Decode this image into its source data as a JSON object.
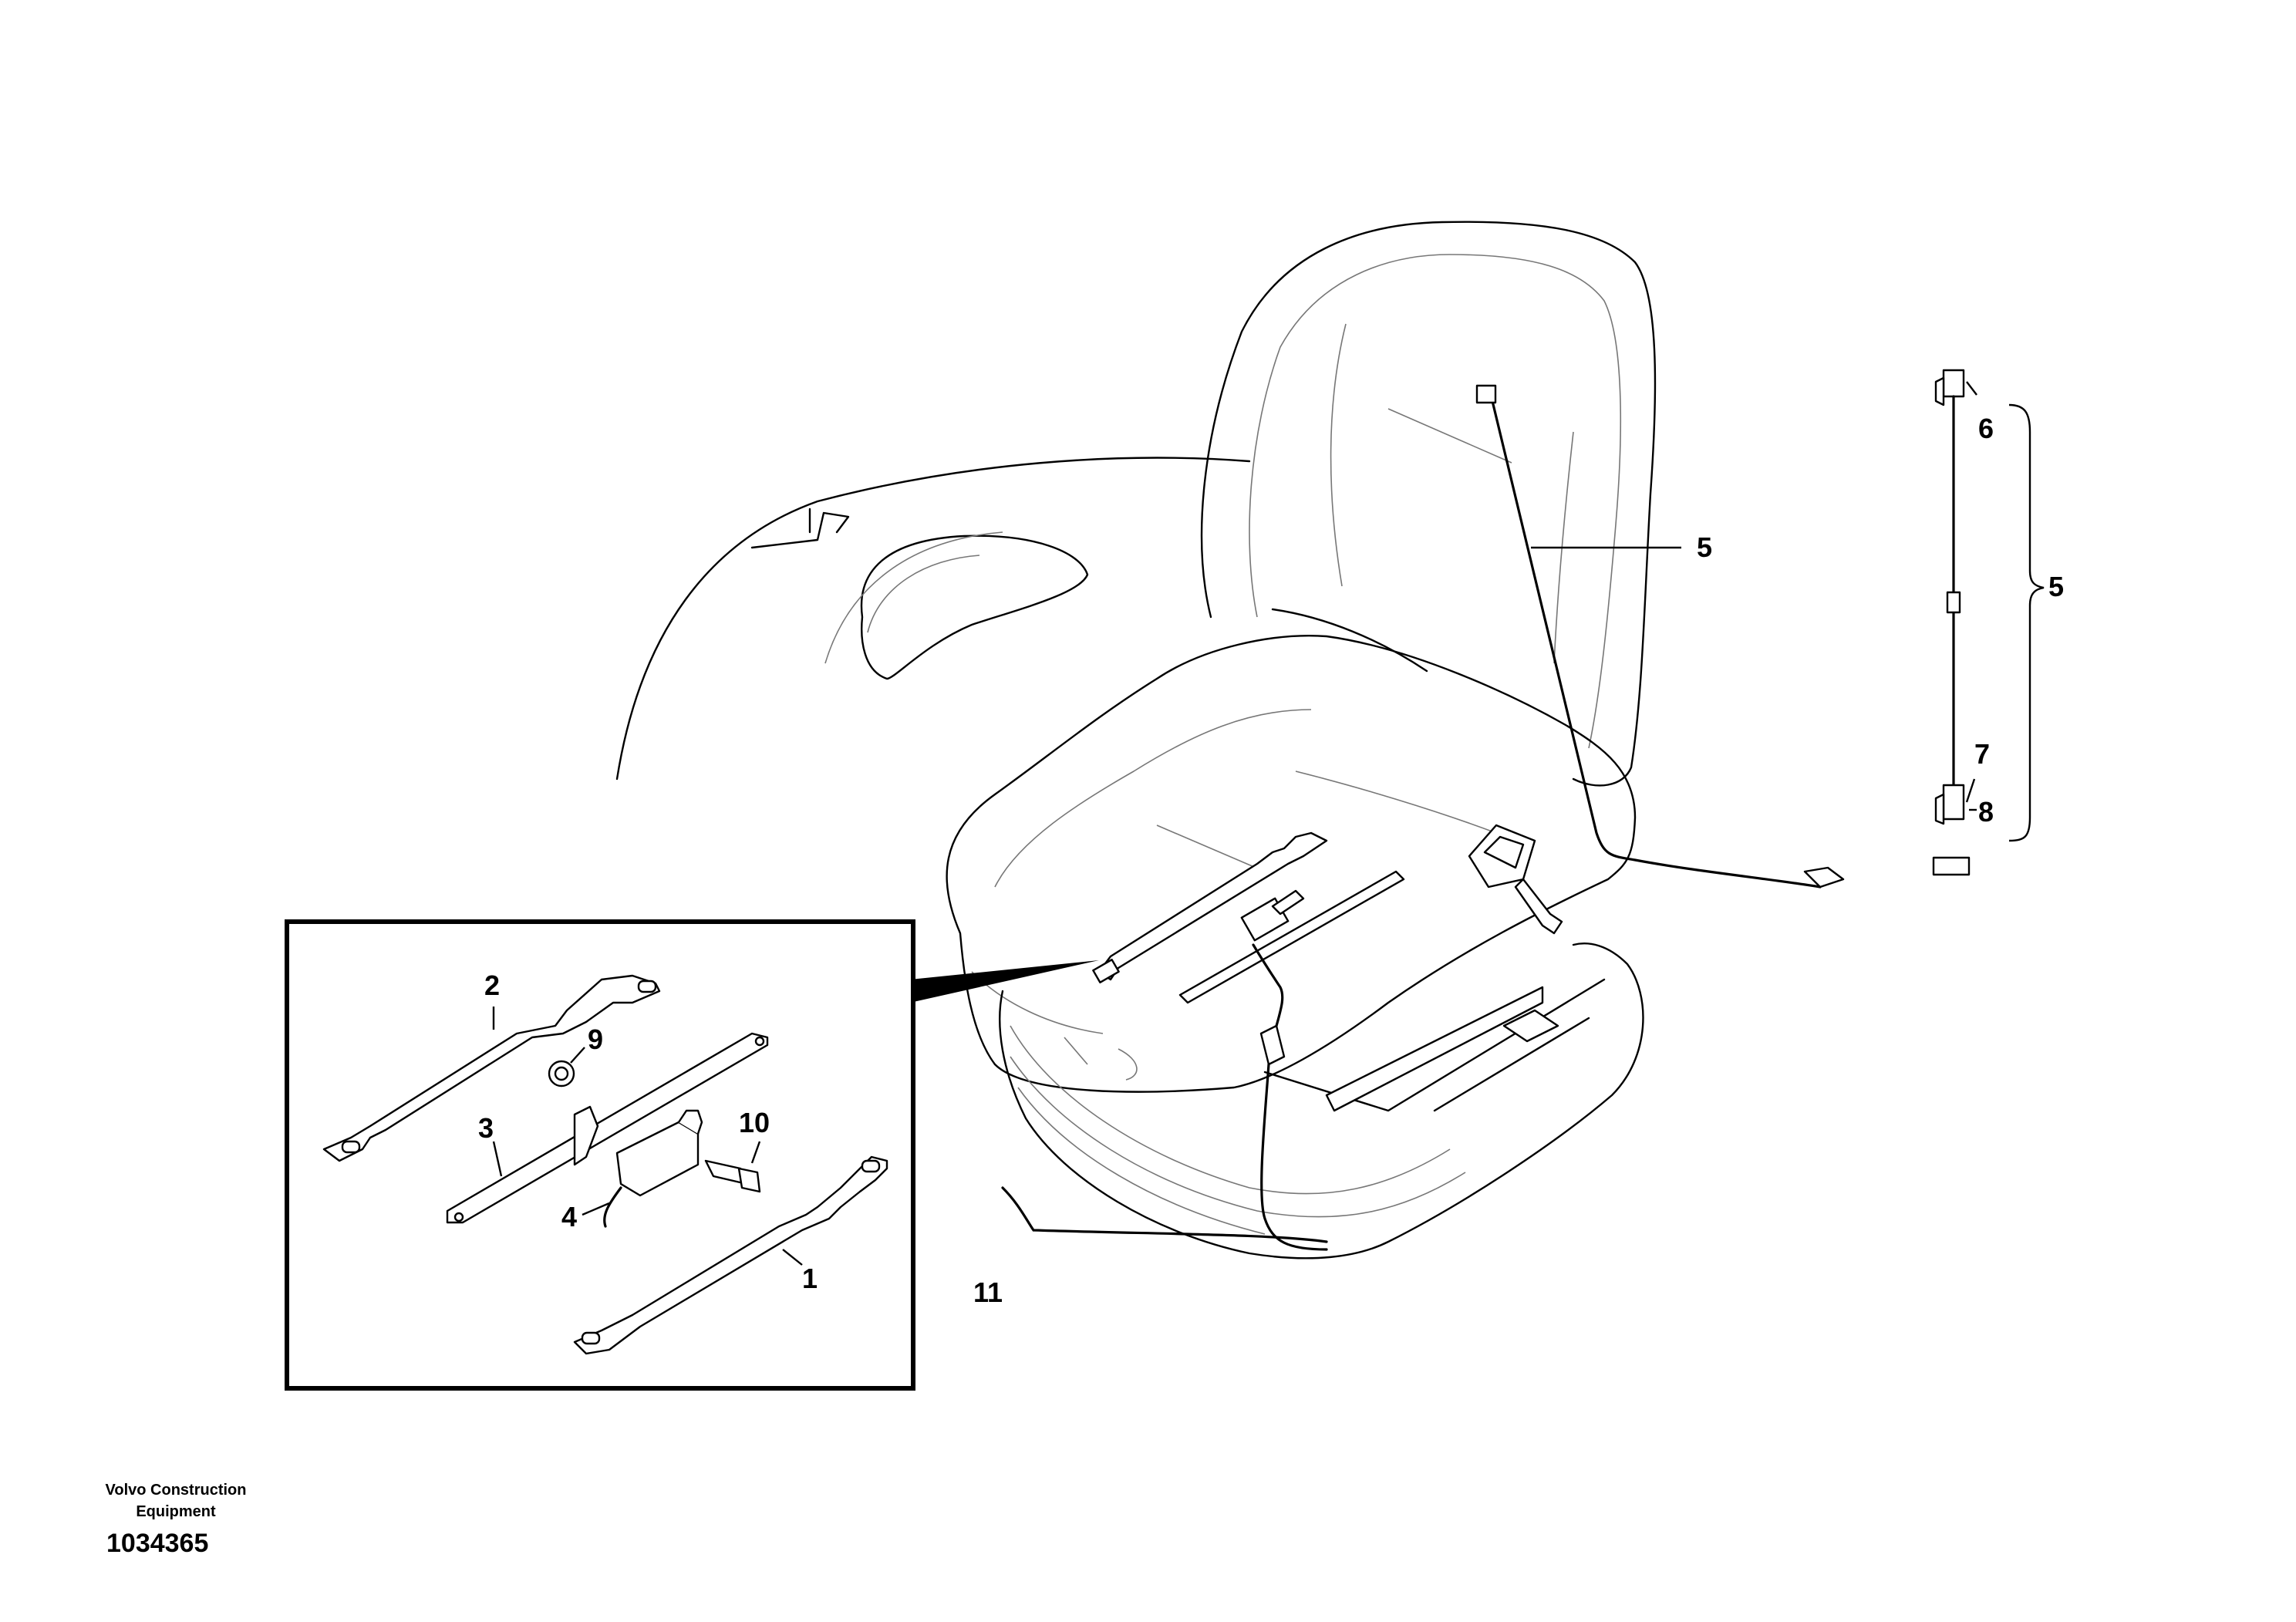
{
  "callouts": {
    "c1": "1",
    "c2": "2",
    "c3": "3",
    "c4": "4",
    "c5_wire": "5",
    "c5_bracket": "5",
    "c6": "6",
    "c7": "7",
    "c8": "8",
    "c9": "9",
    "c10": "10",
    "c11": "11"
  },
  "footer": {
    "manufacturer_line1": "Volvo Construction",
    "manufacturer_line2": "Equipment",
    "drawing_number": "1034365"
  }
}
